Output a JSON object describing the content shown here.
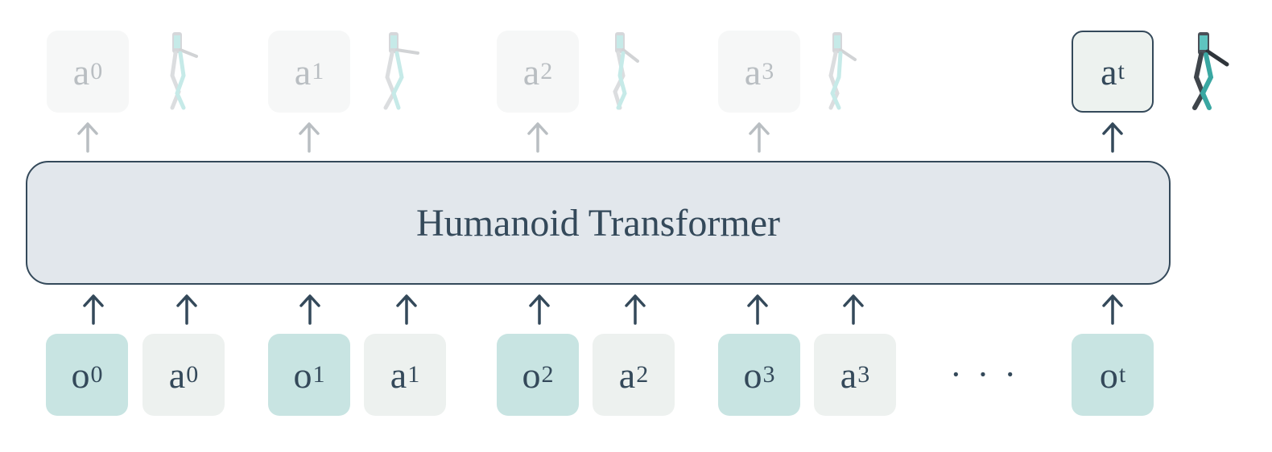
{
  "outputs": [
    {
      "base": "a",
      "sub": "0",
      "state": "faded"
    },
    {
      "base": "a",
      "sub": "1",
      "state": "faded"
    },
    {
      "base": "a",
      "sub": "2",
      "state": "faded"
    },
    {
      "base": "a",
      "sub": "3",
      "state": "faded"
    },
    {
      "base": "a",
      "sub": "t",
      "state": "active"
    }
  ],
  "transformer": {
    "label": "Humanoid Transformer"
  },
  "inputs": [
    {
      "base": "o",
      "sub": "0",
      "kind": "observation"
    },
    {
      "base": "a",
      "sub": "0",
      "kind": "action"
    },
    {
      "base": "o",
      "sub": "1",
      "kind": "observation"
    },
    {
      "base": "a",
      "sub": "1",
      "kind": "action"
    },
    {
      "base": "o",
      "sub": "2",
      "kind": "observation"
    },
    {
      "base": "a",
      "sub": "2",
      "kind": "action"
    },
    {
      "base": "o",
      "sub": "3",
      "kind": "observation"
    },
    {
      "base": "a",
      "sub": "3",
      "kind": "action"
    },
    {
      "base": "o",
      "sub": "t",
      "kind": "observation"
    }
  ],
  "ellipsis": "· · ·",
  "colors": {
    "dark": "#34495a",
    "observation": "#c8e4e2",
    "action": "#edf1ef",
    "faded_text": "#b9bec2",
    "transformer_fill": "#e2e7ec",
    "robot_accent": "#5fc4c0"
  }
}
